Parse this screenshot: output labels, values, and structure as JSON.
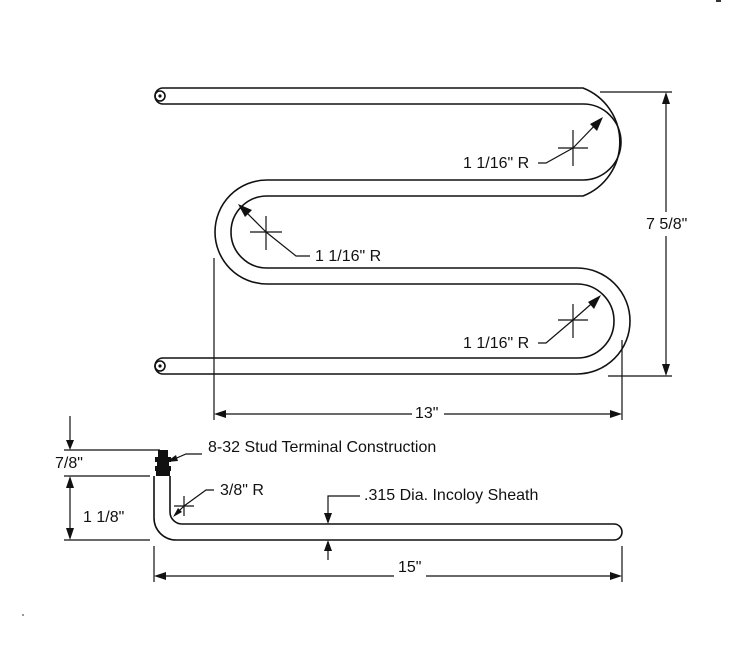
{
  "top_element": {
    "radius_label_upper": "1 1/16\" R",
    "radius_label_middle": "1 1/16\" R",
    "radius_label_lower": "1 1/16\" R",
    "height_label": "7 5/8\"",
    "width_label": "13\""
  },
  "side_view": {
    "terminal_label": "8-32 Stud Terminal Construction",
    "bend_radius_label": "3/8\" R",
    "sheath_label": ".315 Dia. Incoloy Sheath",
    "terminal_height_label": "7/8\"",
    "rise_label": "1 1/8\"",
    "length_label": "15\""
  }
}
